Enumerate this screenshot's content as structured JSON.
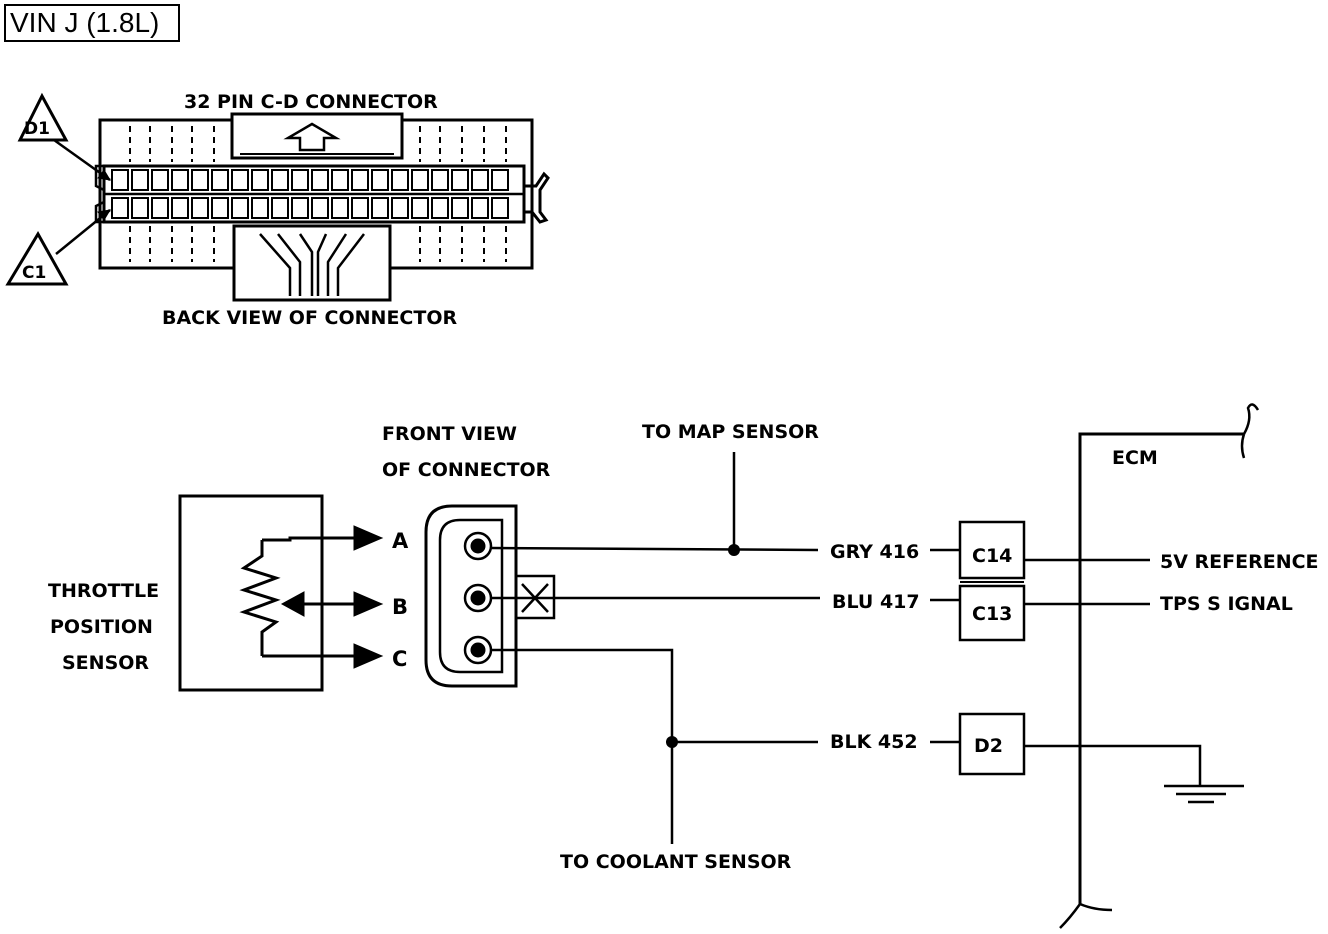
{
  "title": "VIN J (1.8L)",
  "connector_top": {
    "title": "32 PIN C-D  CONNECTOR",
    "subtitle": "BACK VIEW OF CONNECTOR",
    "marker_d1": "D1",
    "marker_c1": "C1"
  },
  "sensor": {
    "line1": "THROTTLE",
    "line2": "POSITION",
    "line3": "SENSOR",
    "pin_a": "A",
    "pin_b": "B",
    "pin_c": "C"
  },
  "front_view": {
    "line1": "FRONT VIEW",
    "line2": "OF CONNECTOR"
  },
  "map_sensor": "TO MAP SENSOR",
  "coolant_sensor": "TO COOLANT SENSOR",
  "wires": {
    "gry": "GRY 416",
    "blu": "BLU 417",
    "blk": "BLK 452"
  },
  "ecm": {
    "label": "ECM",
    "c14": "C14",
    "c13": "C13",
    "d2": "D2",
    "ref": "5V REFERENCE",
    "tps": "TPS S IGNAL"
  }
}
